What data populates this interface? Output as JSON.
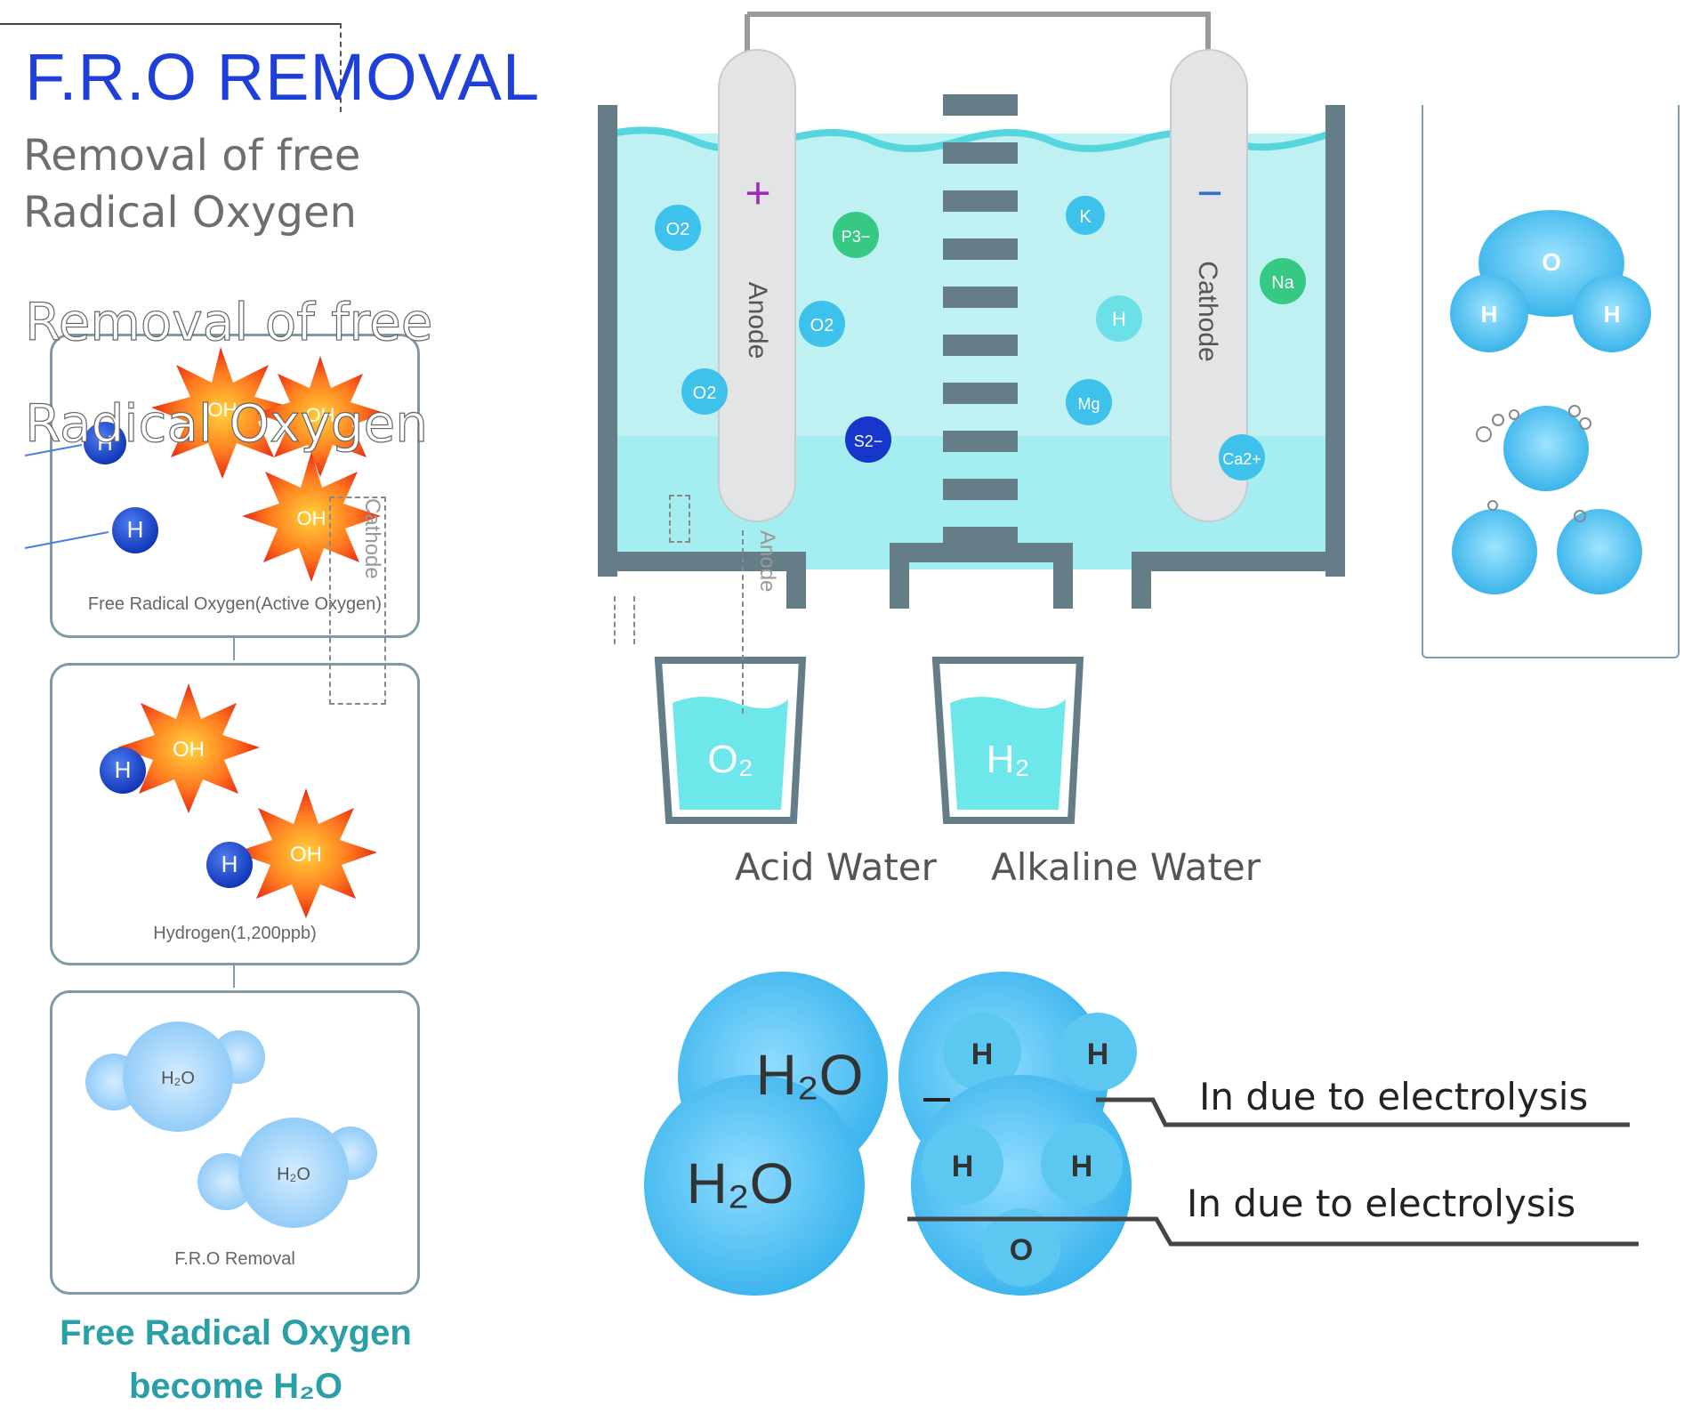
{
  "title": "F.R.O REMOVAL",
  "subtitle_lines": [
    "Removal of free",
    "Radical Oxygen"
  ],
  "ghost_lines": [
    "Removal of free",
    "Radical Oxygen"
  ],
  "panels": [
    {
      "caption": "Free Radical Oxygen(Active Oxygen)",
      "items": [
        "OH",
        "OH",
        "OH",
        "H",
        "H"
      ]
    },
    {
      "caption": "Hydrogen(1,200ppb)",
      "items": [
        "OH",
        "OH",
        "H",
        "H"
      ]
    },
    {
      "caption": "F.R.O Removal",
      "items": [
        "H2O",
        "H2O"
      ]
    }
  ],
  "bottom_caption": [
    "Free Radical Oxygen",
    "become H₂O"
  ],
  "electrodes": {
    "anode": "Anode",
    "cathode": "Cathode",
    "anode_sign": "+",
    "cathode_sign": "−"
  },
  "ions_left": [
    "O2",
    "P3−",
    "O2",
    "O2",
    "S2−"
  ],
  "ions_right": [
    "K",
    "Na",
    "H",
    "Mg",
    "Ca2+"
  ],
  "cups": [
    {
      "formula": "O₂",
      "label": "Acid Water"
    },
    {
      "formula": "H₂",
      "label": "Alkaline Water"
    }
  ],
  "molecule": {
    "center": "O",
    "left": "H",
    "right": "H"
  },
  "equation": {
    "h2o_back": "H₂O",
    "h2o_front": "H₂O",
    "top_atoms": [
      "H",
      "H"
    ],
    "front_atoms": [
      "H",
      "H",
      "O"
    ],
    "label_top": "In due to electrolysis",
    "label_bottom": "In due to electrolysis"
  },
  "stray_text": {
    "vertical_1": "Cathode",
    "vertical_2": "Anode"
  },
  "colors": {
    "title": "#1f3fd9",
    "water": "#bff1f3",
    "tank": "#647d87",
    "bubble": "#52c6f0",
    "burst": "#ff5a1f"
  }
}
